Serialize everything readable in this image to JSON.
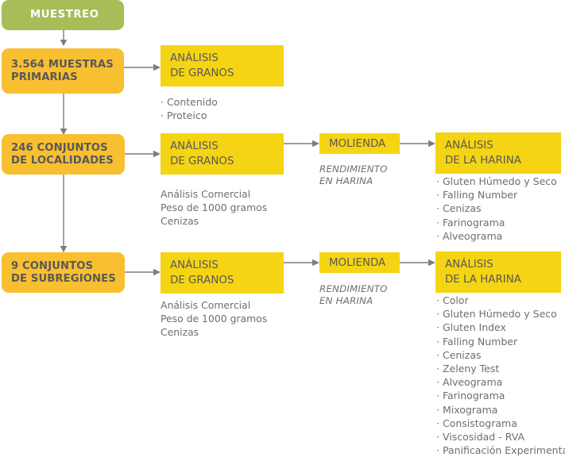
{
  "colors": {
    "green": "#a8bc58",
    "orange": "#f8bf30",
    "yellow": "#f5d413",
    "text_dark": "#58585a",
    "text_body": "#6d6e70",
    "connector": "#7d7d7d",
    "background": "#ffffff"
  },
  "nodes": {
    "muestreo": {
      "label": "MUESTREO"
    },
    "muestras_primarias": {
      "label": "3.564 MUESTRAS\nPRIMARIAS"
    },
    "conjuntos_localidades": {
      "label": "246 CONJUNTOS\nDE LOCALIDADES"
    },
    "conjuntos_subregiones": {
      "label": "9 CONJUNTOS\nDE SUBREGIONES"
    },
    "analisis_granos_1": {
      "label": "ANÁLISIS\nDE GRANOS"
    },
    "analisis_granos_2": {
      "label": "ANÁLISIS\nDE GRANOS"
    },
    "analisis_granos_3": {
      "label": "ANÁLISIS\nDE GRANOS"
    },
    "molienda_1": {
      "label": "MOLIENDA"
    },
    "molienda_2": {
      "label": "MOLIENDA"
    },
    "analisis_harina_1": {
      "label": "ANÁLISIS\nDE LA HARINA"
    },
    "analisis_harina_2": {
      "label": "ANÁLISIS\nDE LA HARINA"
    }
  },
  "notes": {
    "granos_2_detail": "Análisis Comercial\nPeso de 1000 gramos\nCenizas",
    "granos_3_detail": "Análisis Comercial\nPeso de 1000 gramos\nCenizas",
    "molienda_1_detail": "RENDIMIENTO\nEN HARINA",
    "molienda_2_detail": "RENDIMIENTO\nEN HARINA"
  },
  "bullet_lists": {
    "granos_1": [
      "· Contenido",
      "· Proteico"
    ],
    "harina_1": [
      "· Gluten Húmedo y Seco",
      "· Falling Number",
      "· Cenizas",
      "· Farinograma",
      "· Alveograma"
    ],
    "harina_2": [
      "· Color",
      "· Gluten Húmedo y Seco",
      "· Gluten Index",
      "· Falling Number",
      "· Cenizas",
      "· Zeleny Test",
      "· Alveograma",
      "· Farinograma",
      "· Mixograma",
      "· Consistograma",
      "· Viscosidad - RVA",
      "· Panificación Experimental"
    ]
  }
}
